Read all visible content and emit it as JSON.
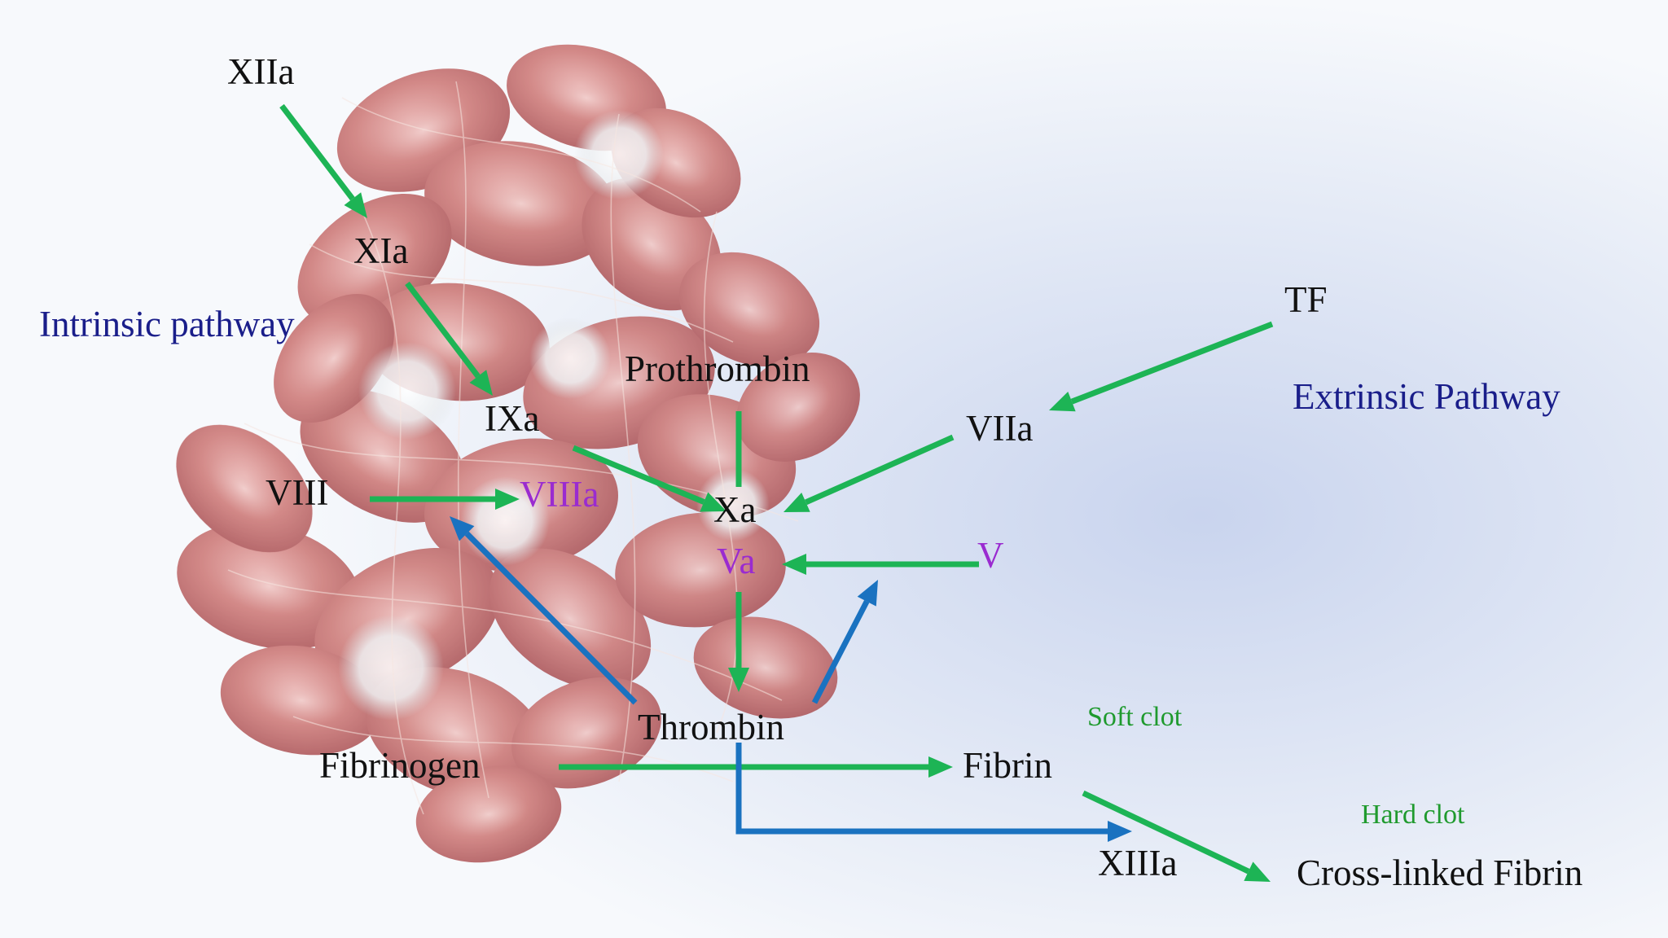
{
  "colors": {
    "green_arrow": "#1db455",
    "blue_arrow": "#1a72c0",
    "factor_text": "#111111",
    "cofactor_text": "#9a2bd0",
    "pathway_text": "#1a1e8a",
    "clot_text": "#1f9a2e"
  },
  "labels": {
    "xiia": "XIIa",
    "xia": "XIa",
    "ixa": "IXa",
    "intrinsic": "Intrinsic pathway",
    "prothrombin": "Prothrombin",
    "tf": "TF",
    "extrinsic": "Extrinsic Pathway",
    "viia": "VIIa",
    "viii": "VIII",
    "viiia": "VIIIa",
    "xa": "Xa",
    "va": "Va",
    "v": "V",
    "thrombin": "Thrombin",
    "fibrinogen": "Fibrinogen",
    "fibrin": "Fibrin",
    "soft_clot": "Soft clot",
    "hard_clot": "Hard clot",
    "xiiia": "XIIIa",
    "cross_linked_fibrin": "Cross-linked Fibrin"
  },
  "background": {
    "illustration": "red-blood-cell-clot-with-platelets"
  }
}
